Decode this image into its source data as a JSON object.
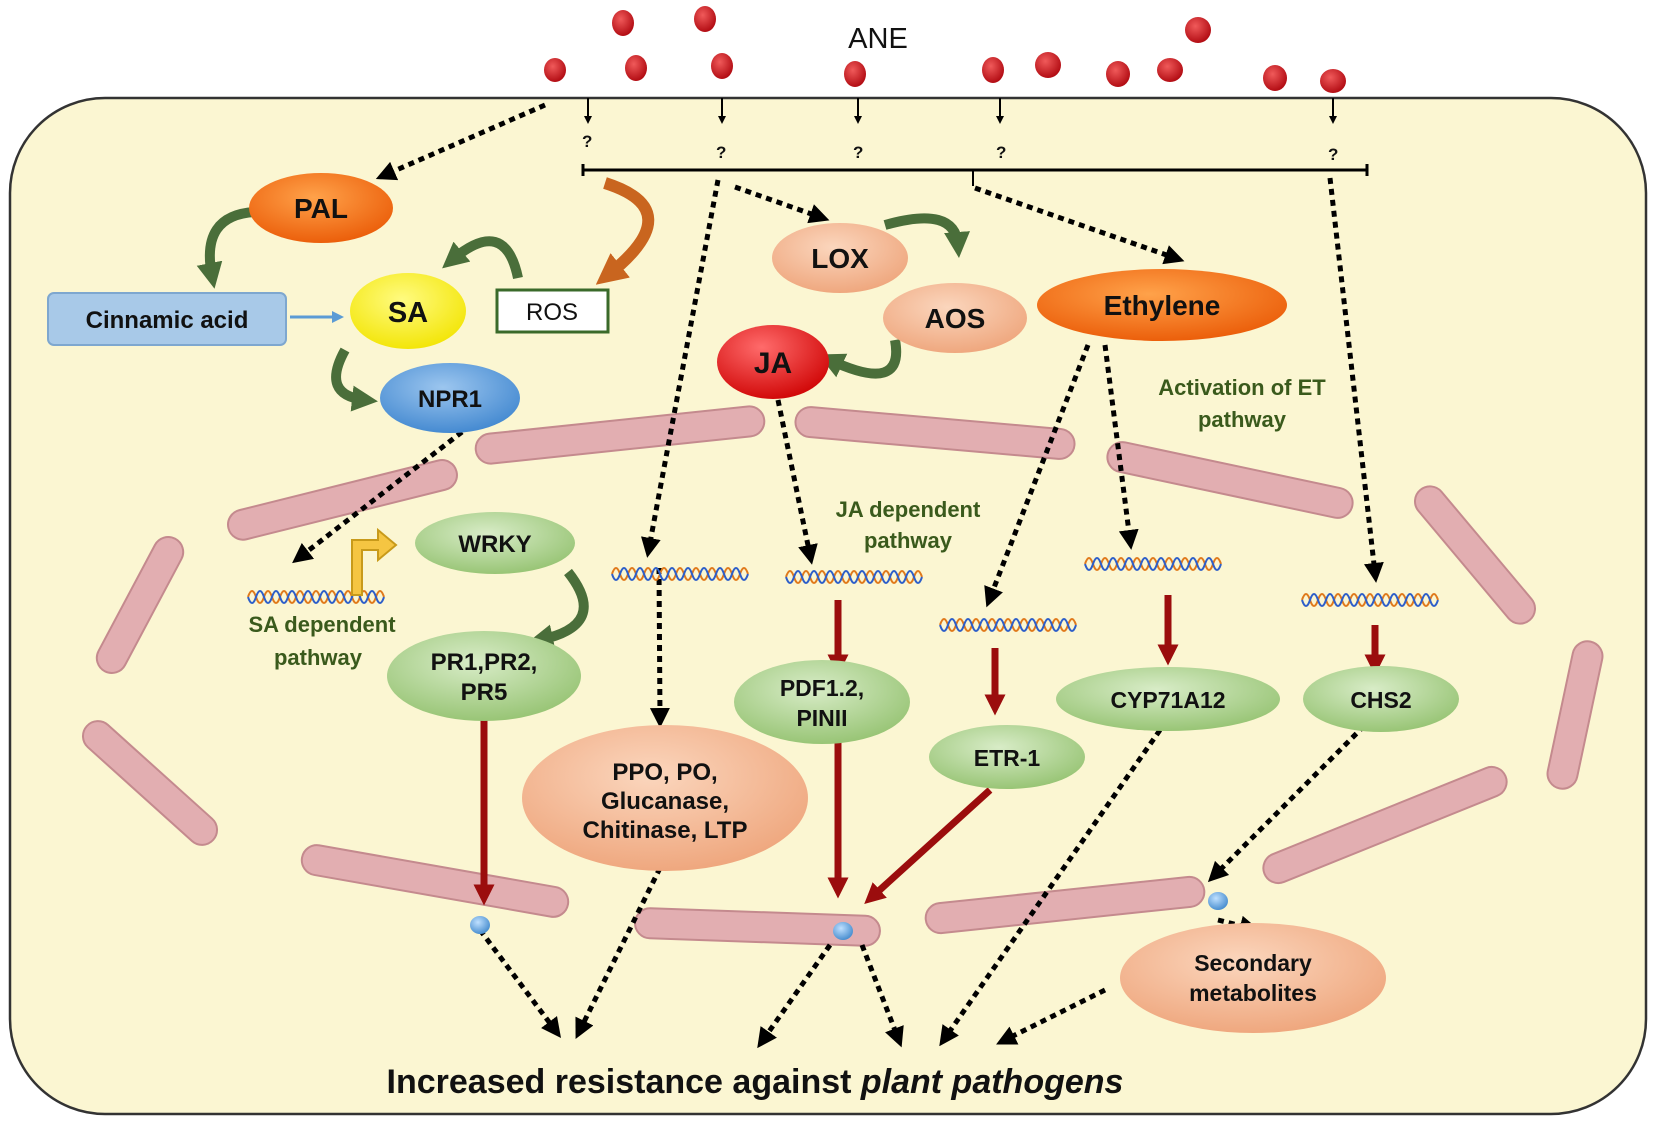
{
  "title": "ANE",
  "question_mark": "?",
  "nodes": {
    "pal": "PAL",
    "cinnamic_acid": "Cinnamic acid",
    "sa": "SA",
    "ros": "ROS",
    "npr1": "NPR1",
    "lox": "LOX",
    "aos": "AOS",
    "ja": "JA",
    "ethylene": "Ethylene",
    "wrky": "WRKY",
    "pr_line1": "PR1,PR2,",
    "pr_line2": "PR5",
    "ppo_line1": "PPO, PO,",
    "ppo_line2": "Glucanase,",
    "ppo_line3": "Chitinase, LTP",
    "pdf_line1": "PDF1.2,",
    "pdf_line2": "PINII",
    "etr1": "ETR-1",
    "cyp": "CYP71A12",
    "chs2": "CHS2",
    "sec_line1": "Secondary",
    "sec_line2": "metabolites"
  },
  "pathway_labels": {
    "sa_line1": "SA  dependent",
    "sa_line2": "pathway",
    "ja_line1": "JA dependent",
    "ja_line2": "pathway",
    "et_line1": "Activation  of ET",
    "et_line2": "pathway"
  },
  "result": {
    "prefix": "Increased resistance against ",
    "emphasis": "plant pathogens"
  },
  "colors": {
    "cell": "#fbf6d2",
    "ane_dot": "#c8141b",
    "orange": "#f26a10",
    "peach": "#f2b48c",
    "yellow": "#f7ee17",
    "blue": "#5b9bd5",
    "green": "#a9cf8a",
    "dark_red": "#9b0d0d",
    "membrane": "#e2aeb1",
    "label_green": "#3a5a1c"
  }
}
